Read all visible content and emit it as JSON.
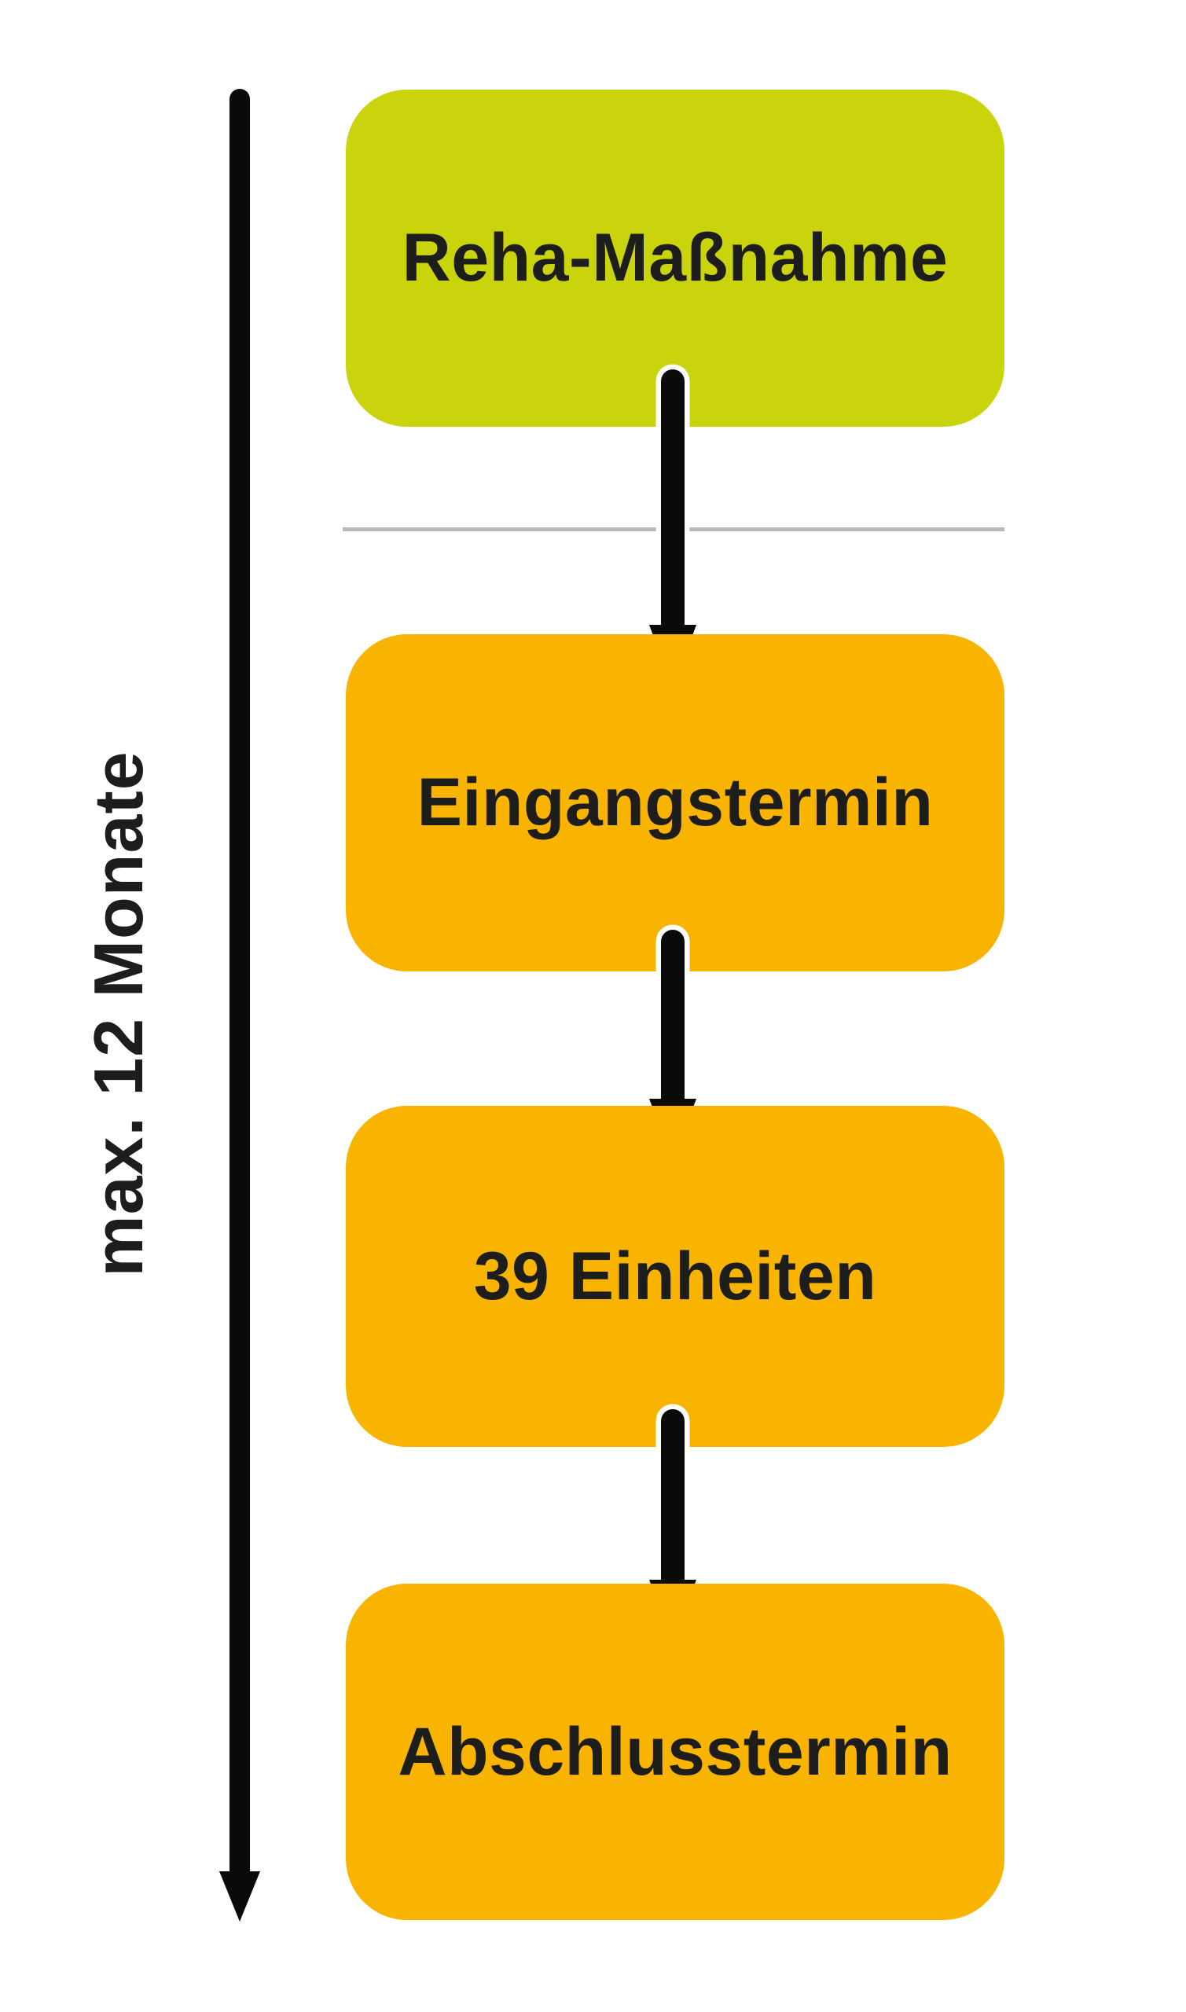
{
  "diagram": {
    "timeline": {
      "label": "max. 12 Monate"
    },
    "nodes": [
      {
        "id": "reha-massnahme",
        "label": "Reha-Maßnahme",
        "color": "#cad40d"
      },
      {
        "id": "eingangstermin",
        "label": "Eingangstermin",
        "color": "#f8b400"
      },
      {
        "id": "39-einheiten",
        "label": "39 Einheiten",
        "color": "#f8b400"
      },
      {
        "id": "abschlusstermin",
        "label": "Abschlusstermin",
        "color": "#f8b400"
      }
    ],
    "colors": {
      "green_node": "#cad40d",
      "orange_node": "#f8b400",
      "arrow_black": "#0a0a0a",
      "arrow_outline": "#ffffff",
      "divider_gray": "#b9b9b9",
      "text": "#1d1d1b",
      "background": "#ffffff"
    }
  }
}
